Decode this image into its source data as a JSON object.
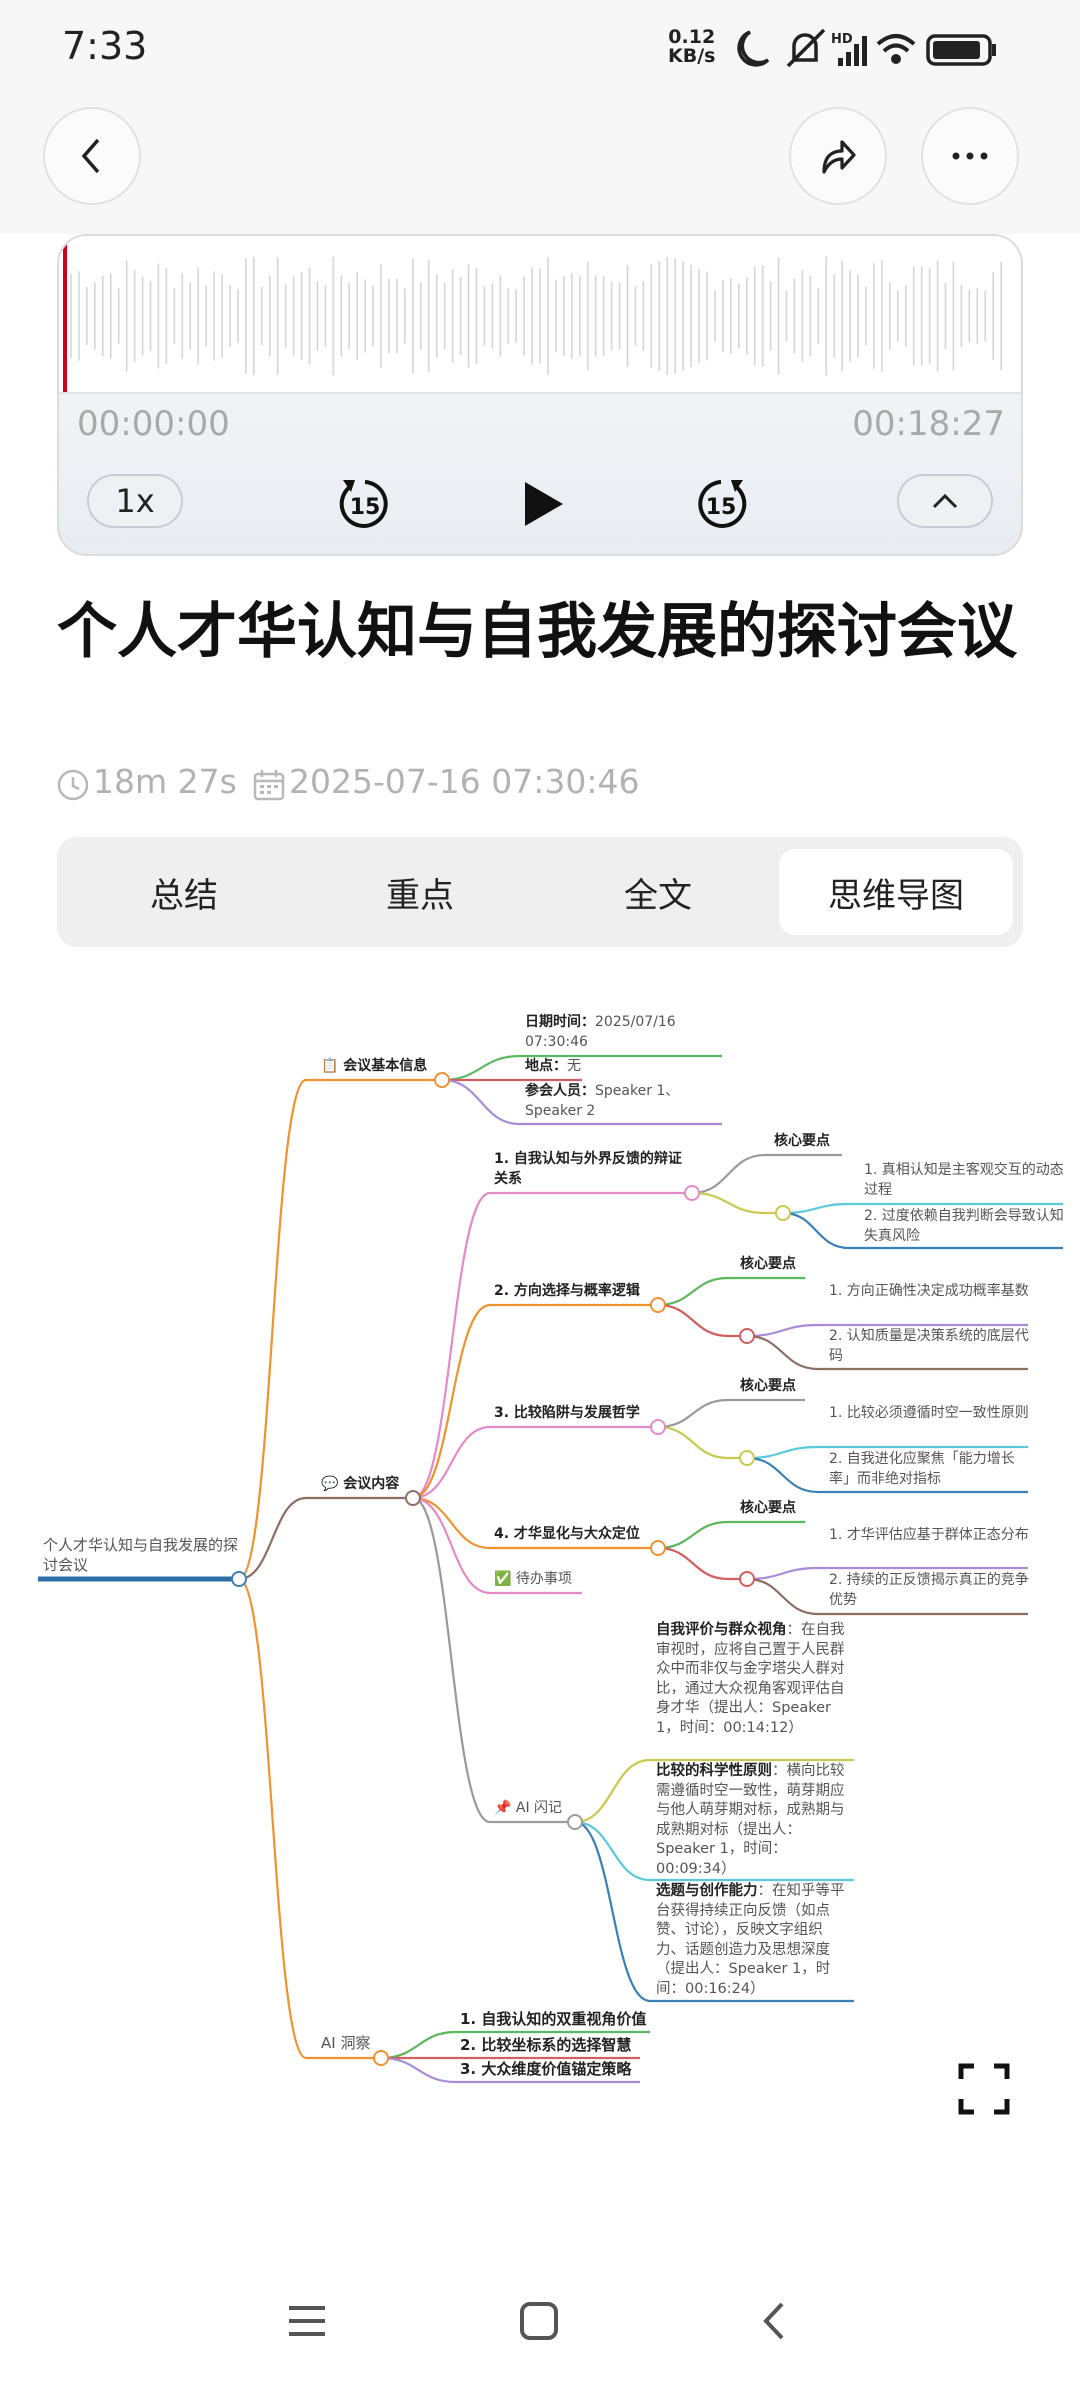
{
  "status_bar": {
    "time": "7:33",
    "net_speed_value": "0.12",
    "net_speed_unit": "KB/s",
    "icons": [
      "moon-icon",
      "bell-muted-icon",
      "hd-signal-icon",
      "wifi-icon",
      "battery-icon"
    ]
  },
  "header": {
    "back_icon": "chevron-left-icon",
    "share_icon": "share-icon",
    "more_icon": "more-dots-icon"
  },
  "player": {
    "current_time": "00:00:00",
    "total_time": "00:18:27",
    "speed": "1x",
    "progress": 0,
    "rewind_seconds": "15",
    "forward_seconds": "15",
    "playhead_color": "#d0021b"
  },
  "recording": {
    "title": "个人才华认知与自我发展的探讨会议",
    "duration": "18m 27s",
    "datetime": "2025-07-16 07:30:46"
  },
  "tabs": [
    {
      "label": "总结"
    },
    {
      "label": "重点"
    },
    {
      "label": "全文"
    },
    {
      "label": "思维导图",
      "active": true
    }
  ],
  "mindmap": {
    "root": "个人才华认知与自我发展的探讨会议",
    "info": {
      "label": "📋 会议基本信息",
      "date_key": "日期时间：",
      "date_val": "2025/07/16 07:30:46",
      "place_key": "地点：",
      "place_val": "无",
      "people_key": "参会人员：",
      "people_val": "Speaker 1、Speaker 2"
    },
    "content": {
      "label": "💬 会议内容",
      "topics": [
        {
          "title": "1. 自我认知与外界反馈的辩证关系",
          "core": "核心要点",
          "points": [
            "1. 真相认知是主客观交互的动态过程",
            "2. 过度依赖自我判断会导致认知失真风险"
          ]
        },
        {
          "title": "2. 方向选择与概率逻辑",
          "core": "核心要点",
          "points": [
            "1. 方向正确性决定成功概率基数",
            "2. 认知质量是决策系统的底层代码"
          ]
        },
        {
          "title": "3. 比较陷阱与发展哲学",
          "core": "核心要点",
          "points": [
            "1. 比较必须遵循时空一致性原则",
            "2. 自我进化应聚焦「能力增长率」而非绝对指标"
          ]
        },
        {
          "title": "4. 才华显化与大众定位",
          "core": "核心要点",
          "points": [
            "1. 才华评估应基于群体正态分布",
            "2. 持续的正反馈揭示真正的竞争优势"
          ]
        }
      ],
      "todo": "✅ 待办事项",
      "flash": {
        "label": "📌 AI 闪记",
        "items": [
          {
            "key": "自我评价与群众视角",
            "text": "：在自我审视时，应将自己置于人民群众中而非仅与金字塔尖人群对比，通过大众视角客观评估自身才华（提出人：Speaker 1，时间：00:14:12）"
          },
          {
            "key": "比较的科学性原则",
            "text": "：横向比较需遵循时空一致性，萌芽期应与他人萌芽期对标，成熟期与成熟期对标（提出人：Speaker 1，时间：00:09:34）"
          },
          {
            "key": "选题与创作能力",
            "text": "：在知乎等平台获得持续正向反馈（如点赞、讨论），反映文字组织力、话题创造力及思想深度（提出人：Speaker 1，时间：00:16:24）"
          }
        ]
      }
    },
    "insight": {
      "label": "AI 洞察",
      "items": [
        "1. 自我认知的双重视角价值",
        "2. 比较坐标系的选择智慧",
        "3. 大众维度价值锚定策略"
      ]
    }
  },
  "fullscreen_icon": "fullscreen-icon",
  "nav_bar": {
    "icons": [
      "menu-icon",
      "home-square-icon",
      "back-icon"
    ]
  }
}
